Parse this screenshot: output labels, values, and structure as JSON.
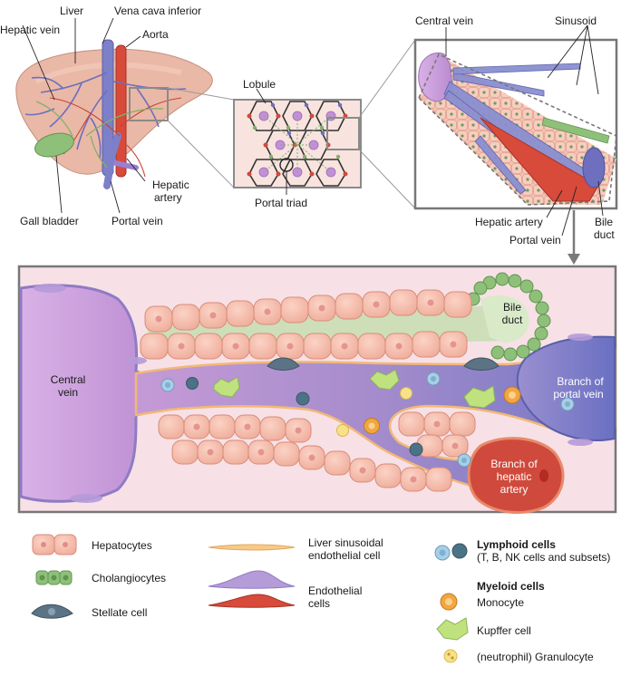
{
  "colors": {
    "hepatocyte": "#f2b7a6",
    "hepatocyte_nucleus": "#e3908a",
    "cholangiocyte": "#8fc07a",
    "central_vein": "#c99ad8",
    "portal_vein": "#6f6fc0",
    "hepatic_artery": "#d24a3a",
    "lsec": "#f7c98a",
    "stellate": "#5b7385",
    "kupffer": "#bfe27f",
    "lymphoid": "#a8cfe6",
    "monocyte": "#f2a641",
    "granulocyte": "#f7e18c",
    "frame": "#777777",
    "background_tissue": "#f6e4e4"
  },
  "liver_panel": {
    "liver": "Liver",
    "vena_cava": "Vena cava inferior",
    "aorta": "Aorta",
    "hepatic_vein": "Hepatic vein",
    "gall_bladder": "Gall bladder",
    "portal_vein": "Portal vein",
    "hepatic_artery_1": "Hepatic",
    "hepatic_artery_2": "artery"
  },
  "lobule_panel": {
    "lobule": "Lobule",
    "portal_triad": "Portal triad"
  },
  "sinusoid_panel": {
    "central_vein": "Central vein",
    "sinusoid": "Sinusoid",
    "hepatic_artery": "Hepatic artery",
    "portal_vein": "Portal vein",
    "bile_duct_1": "Bile",
    "bile_duct_2": "duct"
  },
  "detail_panel": {
    "central_vein_1": "Central",
    "central_vein_2": "vein",
    "bile_duct_1": "Bile",
    "bile_duct_2": "duct",
    "branch_portal_1": "Branch of",
    "branch_portal_2": "portal vein",
    "branch_artery_1": "Branch of",
    "branch_artery_2": "hepatic",
    "branch_artery_3": "artery"
  },
  "legend": {
    "hepatocytes": "Hepatocytes",
    "cholangiocytes": "Cholangiocytes",
    "stellate": "Stellate cell",
    "lsec_1": "Liver sinusoidal",
    "lsec_2": "endothelial cell",
    "endothelial_1": "Endothelial",
    "endothelial_2": "cells",
    "lymphoid_title": "Lymphoid cells",
    "lymphoid_sub": "(T, B, NK cells and subsets)",
    "myeloid_title": "Myeloid cells",
    "monocyte": "Monocyte",
    "kupffer": "Kupffer cell",
    "granulocyte": "(neutrophil) Granulocyte"
  }
}
